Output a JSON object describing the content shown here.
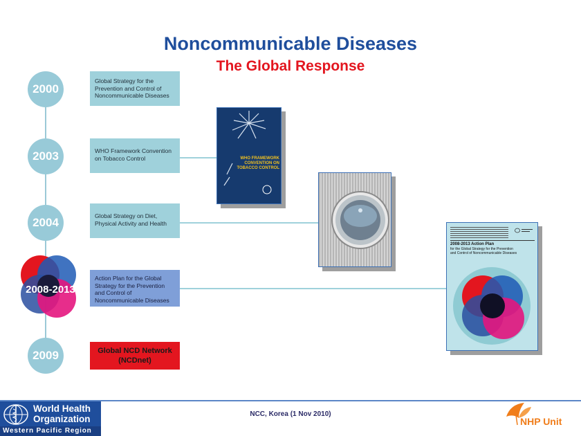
{
  "header": {
    "title": "Noncommunicable Diseases",
    "subtitle": "The Global Response"
  },
  "timeline": [
    {
      "year": "2000",
      "text": "Global Strategy for the Prevention and Control of Noncommunicable Diseases"
    },
    {
      "year": "2003",
      "text": "WHO Framework Convention on Tobacco Control"
    },
    {
      "year": "2004",
      "text": "Global Strategy on Diet, Physical Activity and Health"
    },
    {
      "year": "2008-2013",
      "text": "Action Plan for the Global Strategy for the Prevention and Control of Noncommunicable Diseases"
    },
    {
      "year": "2009",
      "text": "Global NCD Network (NCDnet)"
    }
  ],
  "covers": {
    "fctc_title": "WHO FRAMEWORK CONVENTION ON TOBACCO CONTROL",
    "action_plan_title": "2008-2013 Action Plan",
    "action_plan_subtitle": "for the Global Strategy for the Prevention and Control of Noncommunicable Diseases"
  },
  "footer": {
    "org_line1": "World Health",
    "org_line2": "Organization",
    "region": "Western Pacific Region",
    "center_text": "NCC, Korea (1 Nov 2010)",
    "unit": "NHP Unit"
  },
  "colors": {
    "title_blue": "#1f4e9c",
    "subtitle_red": "#e3161f",
    "timeline_teal": "#98cad8",
    "action_plan_blue": "#7f9fd8",
    "ncd_network_red": "#e3161f",
    "footer_blue": "#1f4e9c",
    "nhp_orange": "#f07d1a"
  }
}
